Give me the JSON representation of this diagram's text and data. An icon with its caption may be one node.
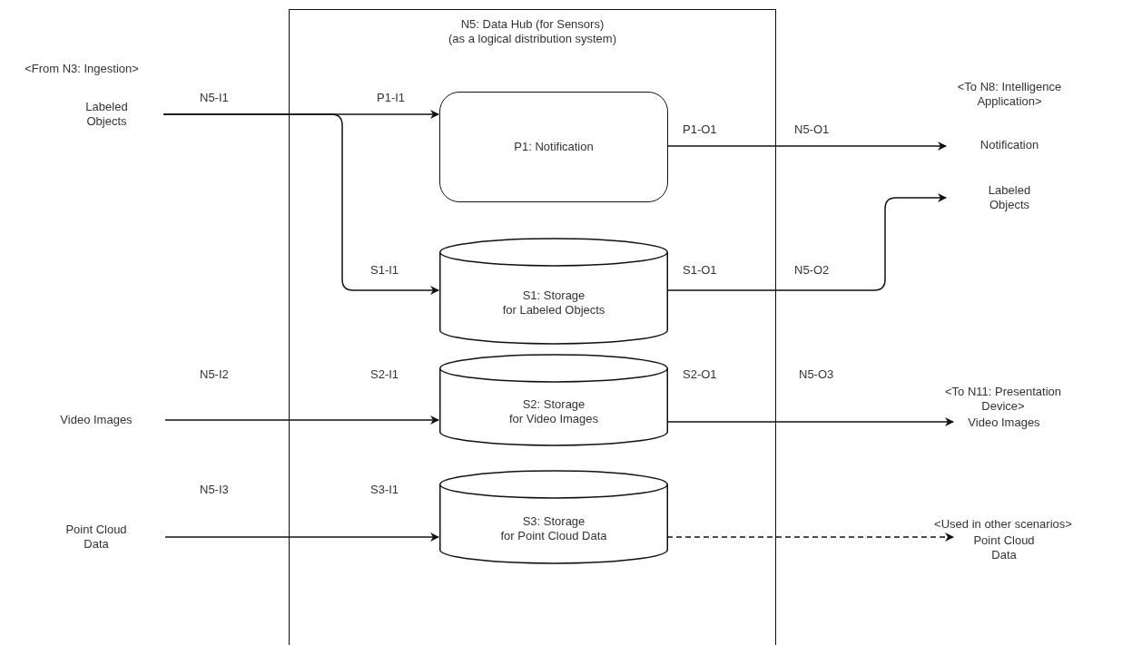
{
  "diagram": {
    "nodes": [
      {
        "text": [
          "N5: Data Hub (for Sensors)",
          "(as a logical distribution system)"
        ]
      },
      {
        "text": [
          "Labeled Objects"
        ],
        "beside": [
          "<From N3: Ingestion>"
        ]
      },
      {
        "text": [
          "P1: Notification"
        ],
        "in": 0
      },
      {
        "text": [
          "S1: Storage",
          "for Labeled Objects"
        ],
        "in": 0
      },
      {
        "text": [
          "Video Images"
        ]
      },
      {
        "text": [
          "S2: Storage",
          "for Video Images"
        ],
        "in": 0
      },
      {
        "text": [
          "Point Cloud Data"
        ]
      },
      {
        "text": [
          "S3: Storage",
          "for Point Cloud Data"
        ],
        "in": 0
      },
      {
        "text": [
          "Notification"
        ],
        "beside": [
          "<To N8: Intelligence Application>"
        ]
      },
      {
        "text": [
          "Labeled Objects"
        ]
      },
      {
        "text": [
          "Video Images"
        ],
        "beside": [
          "<To N11: Presentation Device>"
        ]
      },
      {
        "text": [
          "Point Cloud Data"
        ],
        "beside": [
          "<Used in other scenarios>"
        ]
      }
    ],
    "edges": [
      {
        "from": 1,
        "to": 2,
        "arrow": "to"
      },
      {
        "from": 1,
        "to": 3,
        "arrow": "to"
      },
      {
        "from": 4,
        "to": 5,
        "arrow": "to"
      },
      {
        "from": 6,
        "to": 7,
        "arrow": "to"
      },
      {
        "from": 2,
        "to": 8,
        "arrow": "to"
      },
      {
        "from": 3,
        "to": 9,
        "arrow": "to"
      },
      {
        "from": 5,
        "to": 10,
        "arrow": "to"
      },
      {
        "from": 7,
        "to": 11,
        "arrow": "to",
        "style": "dashed"
      }
    ],
    "labels": [
      "N5-I1",
      "P1-I1",
      "P1-O1",
      "N5-O1",
      "S1-I1",
      "S1-O1",
      "N5-O2",
      "N5-I2",
      "S2-I1",
      "S2-O1",
      "N5-O3",
      "N5-I3",
      "S3-I1"
    ]
  }
}
